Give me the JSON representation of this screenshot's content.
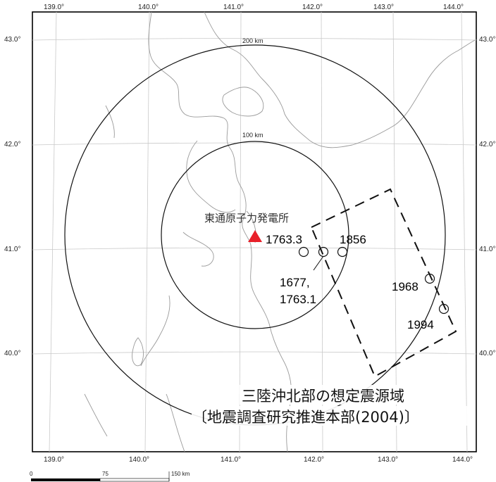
{
  "map": {
    "lon_ticks": [
      "139.0°",
      "140.0°",
      "141.0°",
      "142.0°",
      "143.0°",
      "144.0°"
    ],
    "lat_ticks": [
      "43.0°",
      "42.0°",
      "41.0°",
      "40.0°"
    ],
    "rings": [
      {
        "label": "100 km",
        "radius_km": 100
      },
      {
        "label": "200 km",
        "radius_km": 200
      }
    ],
    "plant": {
      "name": "東通原子力発電所",
      "lon": 141.39,
      "lat": 41.19,
      "color": "#e8202a"
    },
    "earthquakes": [
      {
        "label": "1763.3",
        "lon": 142.0,
        "lat": 40.97
      },
      {
        "label_lines": [
          "1677,",
          "1763.1"
        ],
        "lon": 142.25,
        "lat": 40.97
      },
      {
        "label": "1856",
        "lon": 142.5,
        "lat": 40.97
      },
      {
        "label": "1968",
        "lon": 143.55,
        "lat": 40.73
      },
      {
        "label": "1994",
        "lon": 143.75,
        "lat": 40.43
      }
    ],
    "source_zone": {
      "title_line1": "三陸沖北部の想定震源域",
      "title_line2": "〔地震調査研究推進本部(2004)〕"
    },
    "scale_bar": {
      "labels": [
        "0",
        "75",
        "150 km"
      ]
    }
  }
}
